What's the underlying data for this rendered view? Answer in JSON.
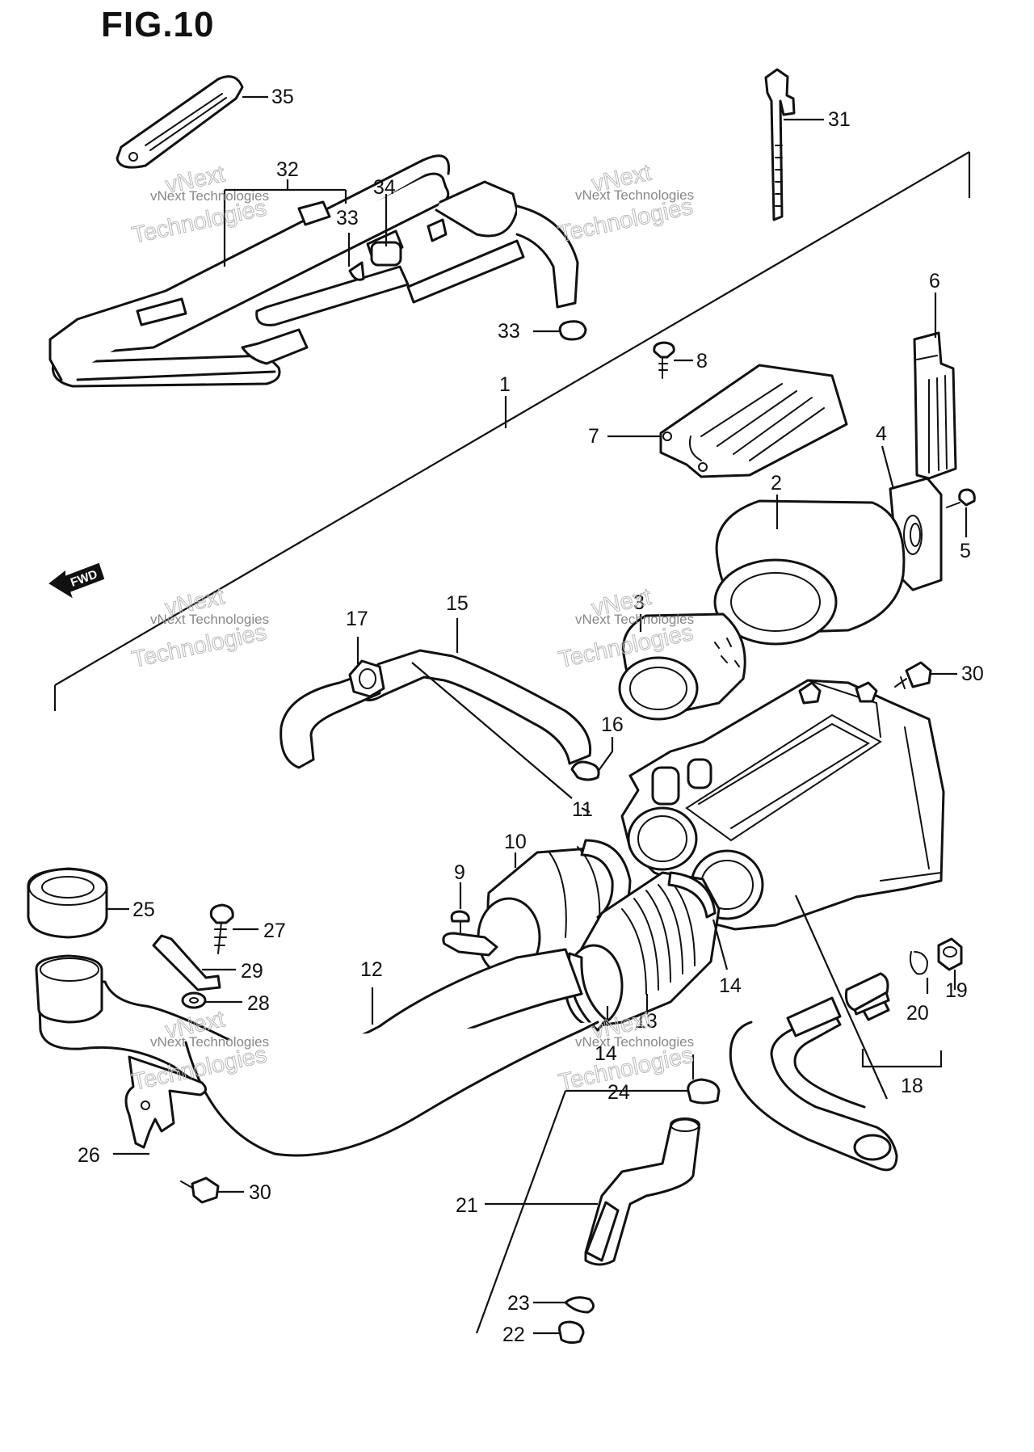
{
  "figure": {
    "title": "FIG.10"
  },
  "fwd_label": "FWD",
  "watermark": {
    "brand_line": "vNext Technologies",
    "big_line": "Technologies",
    "top_line": "vNext"
  },
  "callouts": {
    "c1": "1",
    "c2": "2",
    "c3": "3",
    "c4": "4",
    "c5": "5",
    "c6": "6",
    "c7": "7",
    "c8": "8",
    "c9": "9",
    "c10": "10",
    "c11": "11",
    "c12": "12",
    "c13": "13",
    "c14a": "14",
    "c14b": "14",
    "c15": "15",
    "c16": "16",
    "c17": "17",
    "c18": "18",
    "c19": "19",
    "c20": "20",
    "c21": "21",
    "c22": "22",
    "c23": "23",
    "c24": "24",
    "c25": "25",
    "c26": "26",
    "c27": "27",
    "c28": "28",
    "c29": "29",
    "c30a": "30",
    "c30b": "30",
    "c31": "31",
    "c32": "32",
    "c33a": "33",
    "c33b": "33",
    "c34": "34",
    "c35": "35"
  }
}
